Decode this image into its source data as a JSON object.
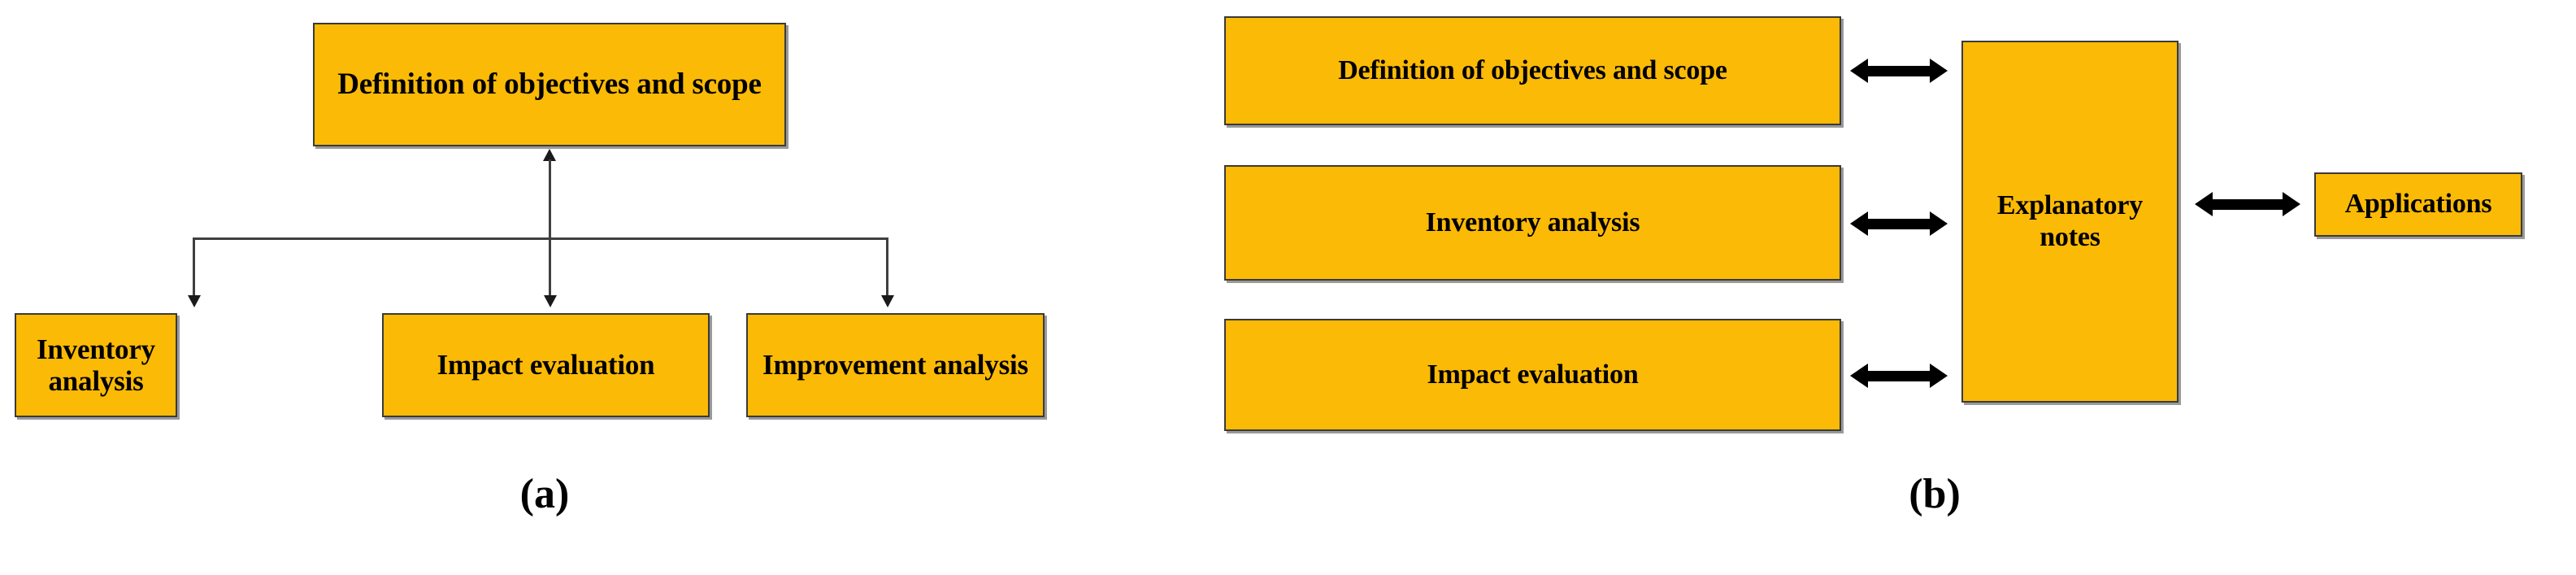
{
  "figure": {
    "panels": [
      {
        "caption": "(a)",
        "nodes": {
          "top": "Definition of objectives and scope",
          "bottom_left": "Inventory analysis",
          "bottom_center": "Impact evaluation",
          "bottom_right": "Improvement analysis"
        }
      },
      {
        "caption": "(b)",
        "nodes": {
          "row1": "Definition of objectives and scope",
          "row2": "Inventory analysis",
          "row3": "Impact evaluation",
          "hub": "Explanatory notes",
          "output": "Applications"
        }
      }
    ]
  },
  "colors": {
    "box_fill": "#FBBA06",
    "box_border": "#3a3a3a",
    "arrow": "#000000",
    "background": "#ffffff"
  }
}
